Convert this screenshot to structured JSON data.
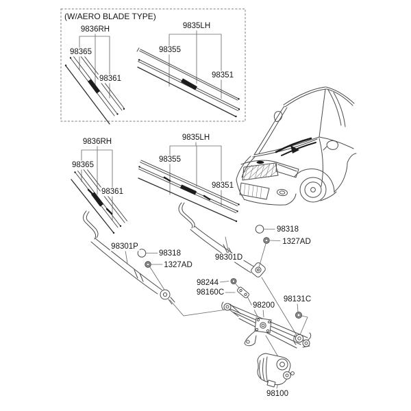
{
  "diagram": {
    "aero_box_title": "(W/AERO BLADE TYPE)",
    "aero": {
      "rh_assembly": "9836RH",
      "rh_blade": "98365",
      "rh_refill": "98361",
      "lh_assembly": "9835LH",
      "lh_blade": "98355",
      "lh_refill": "98351"
    },
    "standard": {
      "rh_assembly": "9836RH",
      "rh_blade": "98365",
      "rh_refill": "98361",
      "lh_assembly": "9835LH",
      "lh_blade": "98355",
      "lh_refill": "98351"
    },
    "parts": {
      "arm_driver": "98301P",
      "cap_driver": "98318",
      "nut_driver": "1327AD",
      "arm_passenger": "98301D",
      "cap_passenger": "98318",
      "nut_passenger": "1327AD",
      "bolt": "98244",
      "bracket": "98160C",
      "linkage": "98200",
      "pivot_nut": "98131C",
      "motor": "98100"
    }
  }
}
